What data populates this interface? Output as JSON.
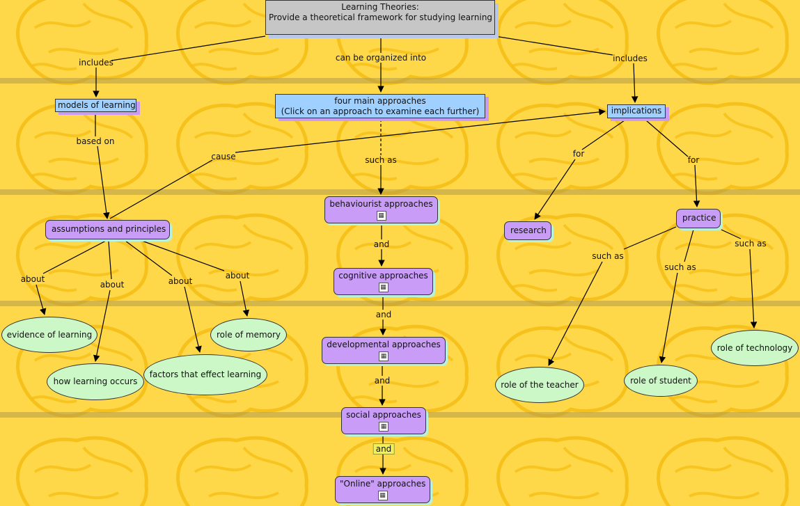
{
  "concepts": {
    "root_title": "Learning Theories:",
    "root_subtitle": "Provide a theoretical framework for studying learning",
    "models": "models of learning",
    "four_line1": "four main approaches",
    "four_line2": "(Click on an approach to  examine  each further)",
    "implications": "implications",
    "assumptions": "assumptions and principles",
    "behaviourist": "behaviourist approaches",
    "cognitive": "cognitive approaches",
    "developmental": "developmental approaches",
    "social": "social approaches",
    "online": "\"Online\" approaches",
    "research": "research",
    "practice": "practice",
    "evidence": "evidence of learning",
    "how": "how learning occurs",
    "factors": "factors that effect learning",
    "memory": "role of memory",
    "teacher": "role of the teacher",
    "student": "role of student",
    "technology": "role of technology"
  },
  "linking_phrases": {
    "includes_left": "includes",
    "organized": "can be organized into",
    "includes_right": "includes",
    "based_on": "based on",
    "cause": "cause",
    "such_as_center": "such as",
    "for_left": "for",
    "for_right": "for",
    "and_1": "and",
    "and_2": "and",
    "and_3": "and",
    "and_4": "and",
    "about_1": "about",
    "about_2": "about",
    "about_3": "about",
    "about_4": "about",
    "such_as_teacher": "such as",
    "such_as_student": "such as",
    "such_as_tech": "such as"
  },
  "icons": {
    "submap": "concept-map-submap-icon"
  },
  "colors": {
    "background": "#ffd84a",
    "brain_outline": "#f5bd12",
    "root_fill": "#c6c6c6",
    "rect_fill": "#9fd0ff",
    "pill_fill": "#c89cf7",
    "ellipse_fill": "#ccf7c7",
    "highlight": "#f2f05a"
  }
}
